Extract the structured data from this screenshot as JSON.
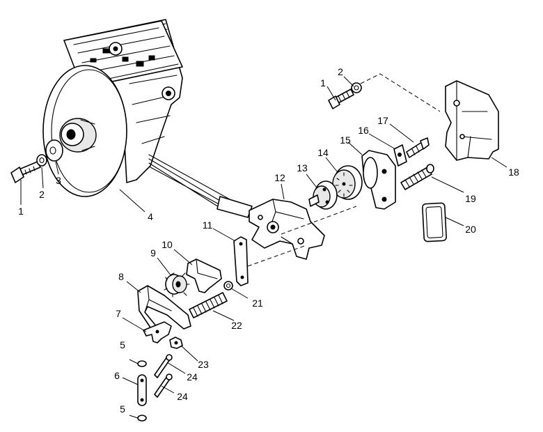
{
  "callouts": [
    {
      "id": "c1a",
      "text": "1"
    },
    {
      "id": "c2a",
      "text": "2"
    },
    {
      "id": "c3",
      "text": "3"
    },
    {
      "id": "c4",
      "text": "4"
    },
    {
      "id": "c1b",
      "text": "1"
    },
    {
      "id": "c2b",
      "text": "2"
    },
    {
      "id": "c5a",
      "text": "5"
    },
    {
      "id": "c5b",
      "text": "5"
    },
    {
      "id": "c6",
      "text": "6"
    },
    {
      "id": "c7",
      "text": "7"
    },
    {
      "id": "c8",
      "text": "8"
    },
    {
      "id": "c9",
      "text": "9"
    },
    {
      "id": "c10",
      "text": "10"
    },
    {
      "id": "c11",
      "text": "11"
    },
    {
      "id": "c12",
      "text": "12"
    },
    {
      "id": "c13",
      "text": "13"
    },
    {
      "id": "c14",
      "text": "14"
    },
    {
      "id": "c15",
      "text": "15"
    },
    {
      "id": "c16",
      "text": "16"
    },
    {
      "id": "c17",
      "text": "17"
    },
    {
      "id": "c18",
      "text": "18"
    },
    {
      "id": "c19",
      "text": "19"
    },
    {
      "id": "c20",
      "text": "20"
    },
    {
      "id": "c21",
      "text": "21"
    },
    {
      "id": "c22",
      "text": "22"
    },
    {
      "id": "c23",
      "text": "23"
    },
    {
      "id": "c24a",
      "text": "24"
    },
    {
      "id": "c24b",
      "text": "24"
    }
  ]
}
